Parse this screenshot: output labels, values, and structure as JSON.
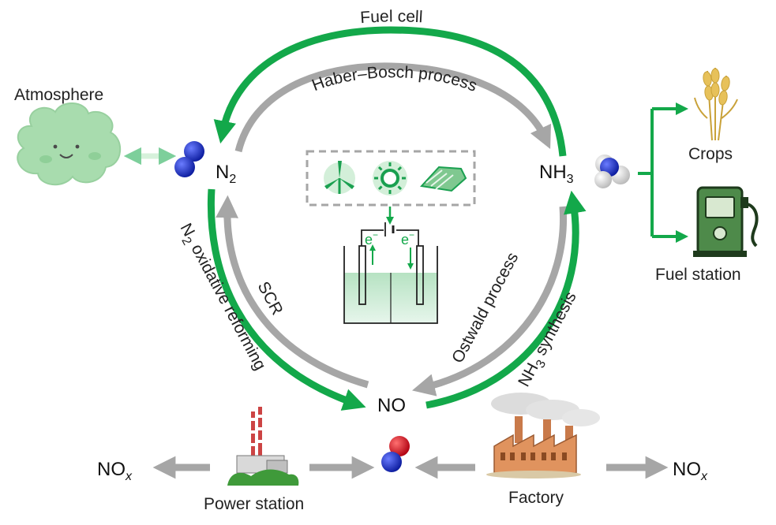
{
  "labels": {
    "fuel_cell": "Fuel cell",
    "haber_bosch": "Haber–Bosch process",
    "atmosphere": "Atmosphere",
    "n2_main": "N",
    "n2_sub": "2",
    "nh3_main": "NH",
    "nh3_sub": "3",
    "crops": "Crops",
    "fuel_station": "Fuel station",
    "n2_ox_pre": "N",
    "n2_ox_sub": "2",
    "n2_ox_rest": " oxidative reforming",
    "scr": "SCR",
    "ostwald": "Ostwald process",
    "nh3syn_pre": "NH",
    "nh3syn_sub": "3",
    "nh3syn_rest": " synthesis",
    "no": "NO",
    "nox_main": "NO",
    "nox_sub": "x",
    "power_station": "Power station",
    "factory": "Factory",
    "electron": "e",
    "minus": "−"
  },
  "colors": {
    "green": "#13a84a",
    "gray": "#a6a6a6",
    "cloud": "#a8dcae",
    "electrolyte": "#a9dcb8",
    "nitrogen_atom": "#1a2fc8",
    "oxygen_atom": "#e0202a",
    "hydrogen_atom": "#e8e8e8"
  },
  "icons": [
    "cloud-icon",
    "n2-molecule-icon",
    "nh3-molecule-icon",
    "no-molecule-icon",
    "wheat-icon",
    "fuel-pump-icon",
    "wind-turbine-icon",
    "sun-icon",
    "hydro-icon",
    "electrolyzer-icon",
    "power-station-icon",
    "factory-icon"
  ]
}
